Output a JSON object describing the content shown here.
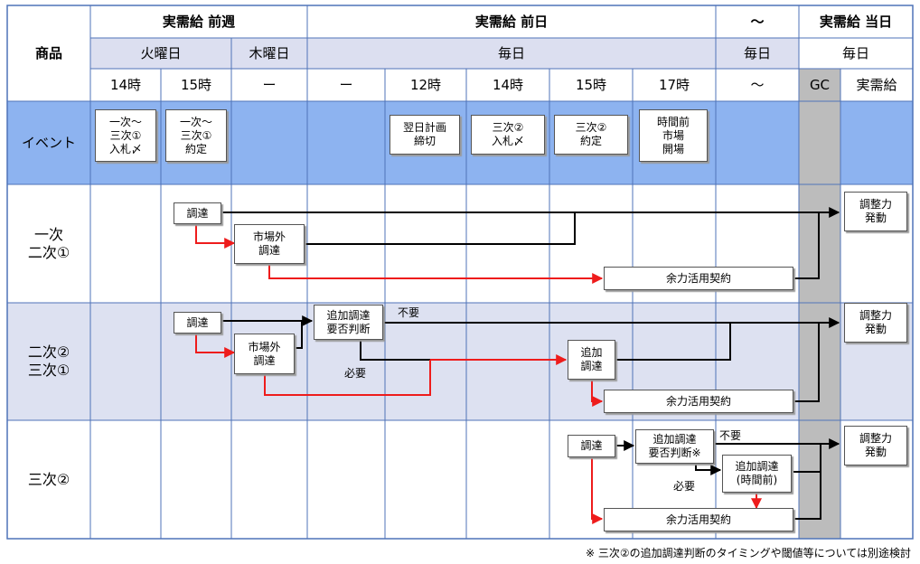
{
  "header": {
    "product_label": "商品",
    "group_prev_week": "実需給 前週",
    "group_prev_day": "実需給 前日",
    "group_tilde": "～",
    "group_today": "実需給 当日",
    "day_tuesday": "火曜日",
    "day_thursday": "木曜日",
    "day_everyday_prev": "毎日",
    "day_everyday_tilde": "毎日",
    "day_everyday_today": "毎日",
    "times": [
      "14時",
      "15時",
      "ー",
      "ー",
      "12時",
      "14時",
      "15時",
      "17時",
      "～",
      "GC",
      "実需給"
    ]
  },
  "rows": {
    "event": "イベント",
    "primary": "一次\n二次①",
    "secondary": "二次②\n三次①",
    "tertiary": "三次②"
  },
  "events": {
    "e1": "一次～\n三次①\n入札〆",
    "e2": "一次～\n三次①\n約定",
    "e3": "翌日計画\n締切",
    "e4": "三次②\n入札〆",
    "e5": "三次②\n約定",
    "e6": "時間前\n市場\n開場"
  },
  "boxes": {
    "r1_procure": "調達",
    "r1_offmarket": "市場外\n調達",
    "r1_surplus": "余力活用契約",
    "r1_activate": "調整力\n発動",
    "r2_procure": "調達",
    "r2_offmarket": "市場外\n調達",
    "r2_judge": "追加調達\n要否判断",
    "r2_additional": "追加\n調達",
    "r2_surplus": "余力活用契約",
    "r2_activate": "調整力\n発動",
    "r3_procure": "調達",
    "r3_judge": "追加調達\n要否判断※",
    "r3_additional": "追加調達\n(時間前)",
    "r3_surplus": "余力活用契約",
    "r3_activate": "調整力\n発動"
  },
  "labels": {
    "r2_not_needed": "不要",
    "r2_needed": "必要",
    "r3_not_needed": "不要",
    "r3_needed": "必要"
  },
  "footnote": "※ 三次②の追加調達判断のタイミングや閾値等については別途検討",
  "colors": {
    "header_lavender": "#dcdff0",
    "event_blue": "#8db3f0",
    "row_alt": "#dde1f1",
    "gc_gray": "#bcbcbc",
    "grid_line": "#4f73b8",
    "flow_black": "#000000",
    "flow_red": "#ee1c1c"
  }
}
